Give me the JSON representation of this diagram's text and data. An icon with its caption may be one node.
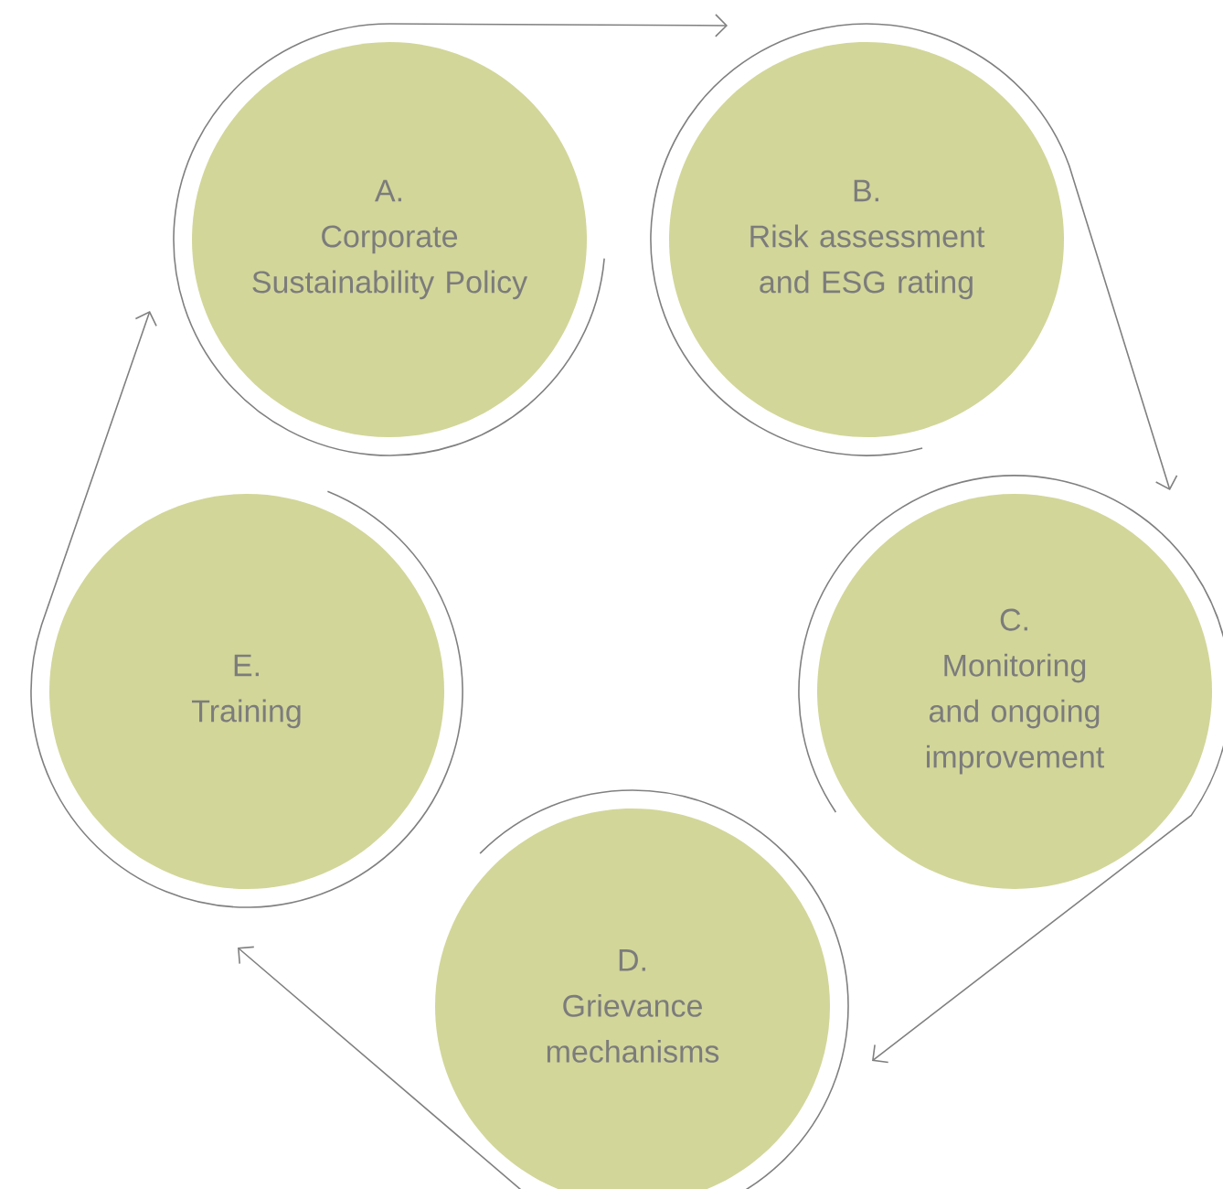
{
  "diagram": {
    "nodes": [
      {
        "text": [
          "A.",
          "Corporate Sustainability Policy"
        ]
      },
      {
        "text": [
          "B.",
          "Risk assessment and ESG rating"
        ]
      },
      {
        "text": [
          "C.",
          "Monitoring and ongoing improvement"
        ]
      },
      {
        "text": [
          "D.",
          "Grievance mechanisms"
        ]
      },
      {
        "text": [
          "E.",
          "Training"
        ]
      }
    ],
    "edges": [
      {
        "from": 0,
        "to": 1,
        "arrow": "to"
      },
      {
        "from": 1,
        "to": 2,
        "arrow": "to"
      },
      {
        "from": 2,
        "to": 3,
        "arrow": "to"
      },
      {
        "from": 3,
        "to": 4,
        "arrow": "to"
      },
      {
        "from": 4,
        "to": 0,
        "arrow": "to"
      }
    ]
  }
}
